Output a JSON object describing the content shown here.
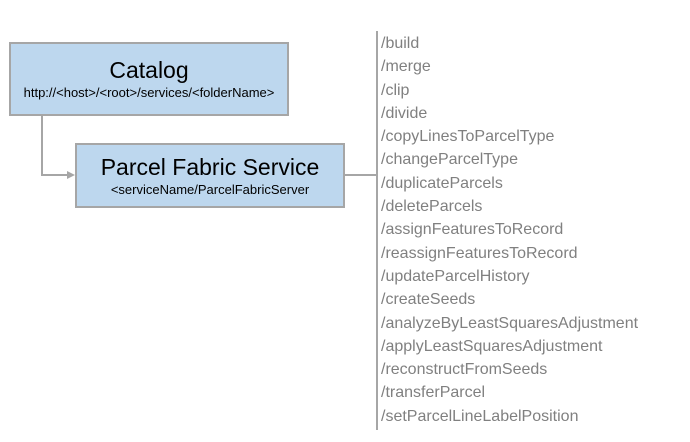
{
  "catalog_box": {
    "title": "Catalog",
    "subtitle": "http://<host>/<root>/services/<folderName>"
  },
  "service_box": {
    "title": "Parcel Fabric Service",
    "subtitle": "<serviceName/ParcelFabricServer"
  },
  "endpoints": [
    "/build",
    "/merge",
    "/clip",
    "/divide",
    "/copyLinesToParcelType",
    "/changeParcelType",
    "/duplicateParcels",
    "/deleteParcels",
    "/assignFeaturesToRecord",
    "/reassignFeaturesToRecord",
    "/updateParcelHistory",
    "/createSeeds",
    "/analyzeByLeastSquaresAdjustment",
    "/applyLeastSquaresAdjustment",
    "/reconstructFromSeeds",
    "/transferParcel",
    "/setParcelLineLabelPosition"
  ],
  "colors": {
    "box_fill": "#BDD7EE",
    "box_border": "#A6A6A6",
    "connector_line": "#A6A6A6",
    "endpoint_text": "#808080",
    "box_text": "#000000",
    "background": "#FFFFFF"
  }
}
